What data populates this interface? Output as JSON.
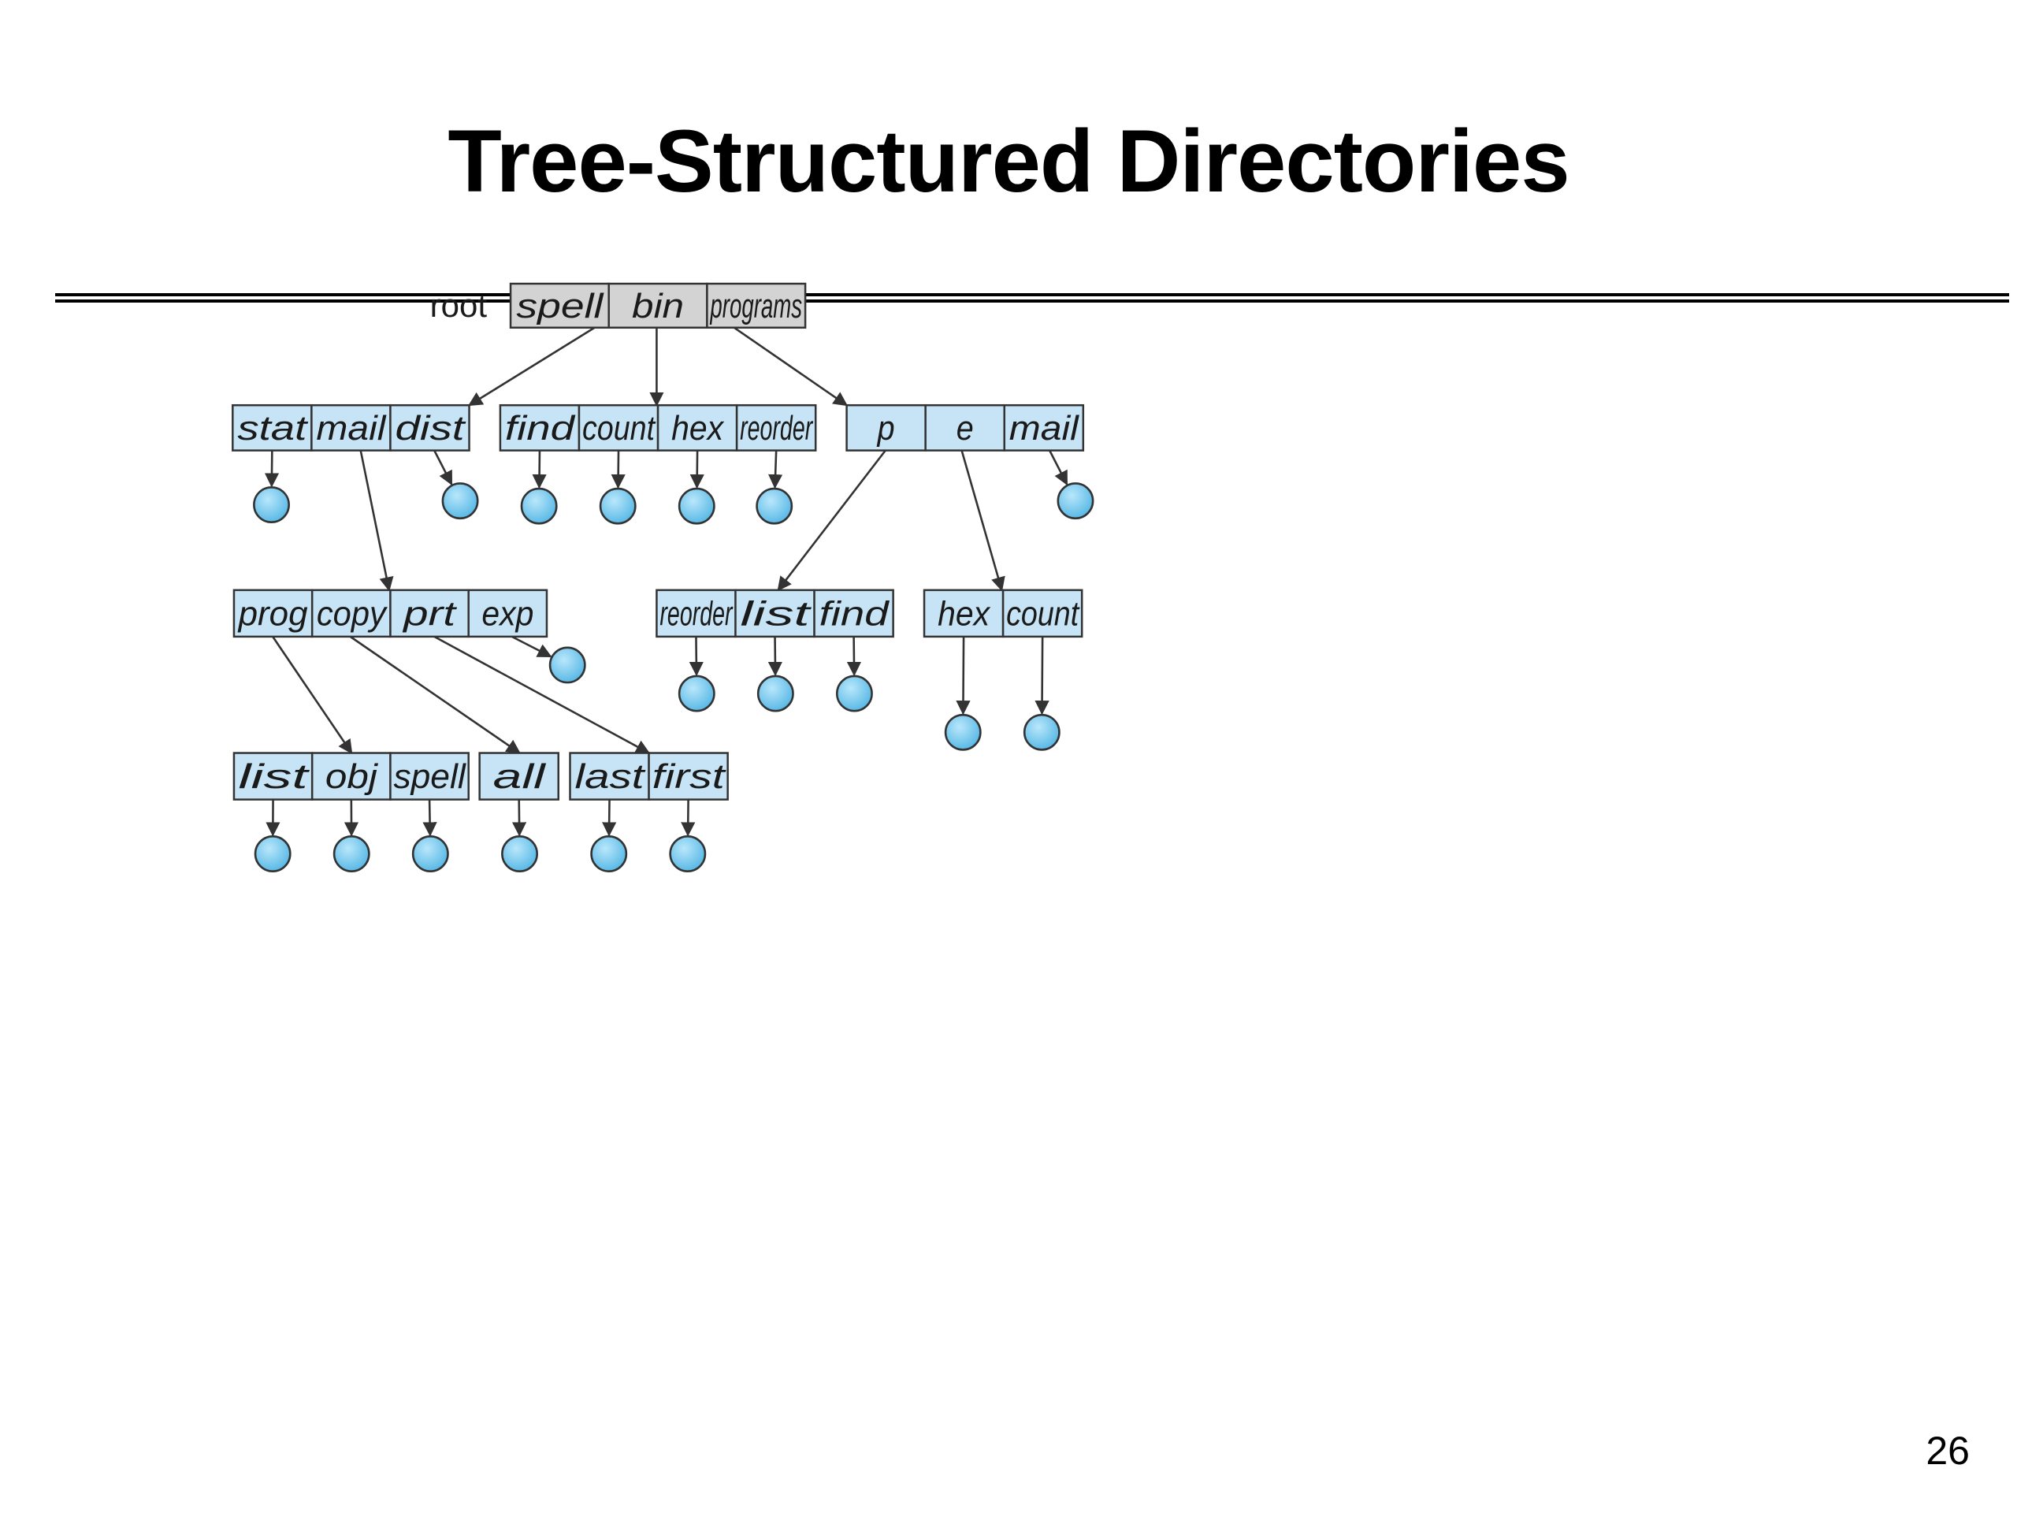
{
  "slide": {
    "title": "Tree-Structured Directories",
    "page_number": "26"
  },
  "colors": {
    "node_fill": "#c6e4f5",
    "root_fill": "#d3d3d3",
    "file_fill": "#6ec8ee",
    "stroke": "#333333"
  },
  "tree": {
    "root_label": "root",
    "directories": [
      {
        "id": "root",
        "entries": [
          "spell",
          "bin",
          "programs"
        ]
      },
      {
        "id": "spell",
        "entries": [
          "stat",
          "mail",
          "dist"
        ]
      },
      {
        "id": "bin",
        "entries": [
          "find",
          "count",
          "hex",
          "reorder"
        ]
      },
      {
        "id": "programs",
        "entries": [
          "p",
          "e",
          "mail"
        ]
      },
      {
        "id": "mail",
        "entries": [
          "prog",
          "copy",
          "prt",
          "exp"
        ]
      },
      {
        "id": "p",
        "entries": [
          "reorder",
          "list",
          "find"
        ]
      },
      {
        "id": "e",
        "entries": [
          "hex",
          "count"
        ]
      },
      {
        "id": "prog",
        "entries": [
          "list",
          "obj",
          "spell"
        ]
      },
      {
        "id": "copy",
        "entries": [
          "all"
        ]
      },
      {
        "id": "prt",
        "entries": [
          "last",
          "first"
        ]
      }
    ],
    "links": [
      {
        "from": "root.spell",
        "to": "dir:spell"
      },
      {
        "from": "root.bin",
        "to": "dir:bin"
      },
      {
        "from": "root.programs",
        "to": "dir:programs"
      },
      {
        "from": "spell.stat",
        "to": "file"
      },
      {
        "from": "spell.mail",
        "to": "dir:mail"
      },
      {
        "from": "spell.dist",
        "to": "file"
      },
      {
        "from": "bin.find",
        "to": "file"
      },
      {
        "from": "bin.count",
        "to": "file"
      },
      {
        "from": "bin.hex",
        "to": "file"
      },
      {
        "from": "bin.reorder",
        "to": "file"
      },
      {
        "from": "programs.p",
        "to": "dir:p"
      },
      {
        "from": "programs.e",
        "to": "dir:e"
      },
      {
        "from": "programs.mail",
        "to": "file"
      },
      {
        "from": "mail.prog",
        "to": "dir:prog"
      },
      {
        "from": "mail.copy",
        "to": "dir:copy"
      },
      {
        "from": "mail.prt",
        "to": "dir:prt"
      },
      {
        "from": "mail.exp",
        "to": "file"
      },
      {
        "from": "p.reorder",
        "to": "file"
      },
      {
        "from": "p.list",
        "to": "file"
      },
      {
        "from": "p.find",
        "to": "file"
      },
      {
        "from": "e.hex",
        "to": "file"
      },
      {
        "from": "e.count",
        "to": "file"
      },
      {
        "from": "prog.list",
        "to": "file"
      },
      {
        "from": "prog.obj",
        "to": "file"
      },
      {
        "from": "prog.spell",
        "to": "file"
      },
      {
        "from": "copy.all",
        "to": "file"
      },
      {
        "from": "prt.last",
        "to": "file"
      },
      {
        "from": "prt.first",
        "to": "file"
      }
    ]
  }
}
